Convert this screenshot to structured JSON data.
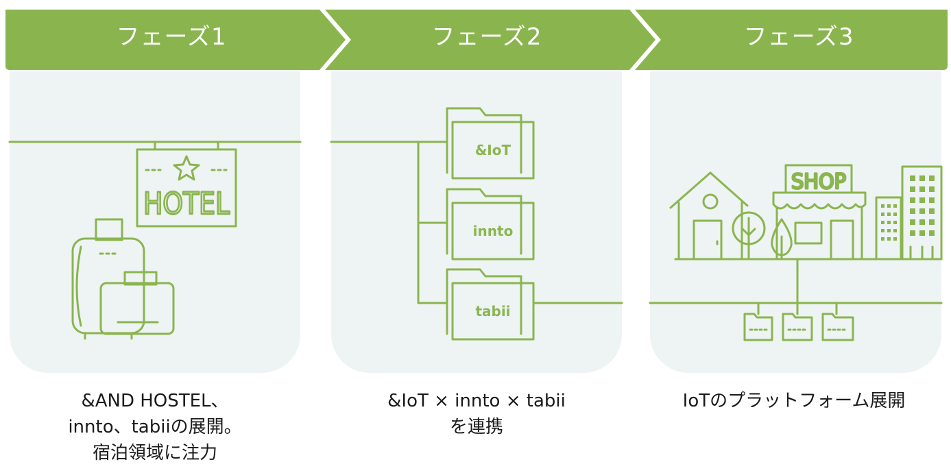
{
  "colors": {
    "accent": "#8ab54e",
    "panel_bg": "#eef3f4",
    "text": "#1a1a1a"
  },
  "phases": [
    {
      "label": "フェーズ1",
      "caption_lines": [
        "&AND HOSTEL、",
        "innto、tabiiの展開。",
        "宿泊領域に注力"
      ]
    },
    {
      "label": "フェーズ2",
      "caption_lines": [
        "&IoT × innto × tabii",
        "を連携"
      ]
    },
    {
      "label": "フェーズ3",
      "caption_lines": [
        "IoTのプラットフォーム展開"
      ]
    }
  ],
  "illustration": {
    "hotel_sign": "HOTEL",
    "folders": [
      "&IoT",
      "innto",
      "tabii"
    ],
    "shop_sign": "SHOP",
    "icons": [
      "hotel-sign-icon",
      "suitcase-icon",
      "briefcase-icon",
      "folder-icon",
      "house-icon",
      "shop-icon",
      "building-icon",
      "tree-icon"
    ]
  }
}
